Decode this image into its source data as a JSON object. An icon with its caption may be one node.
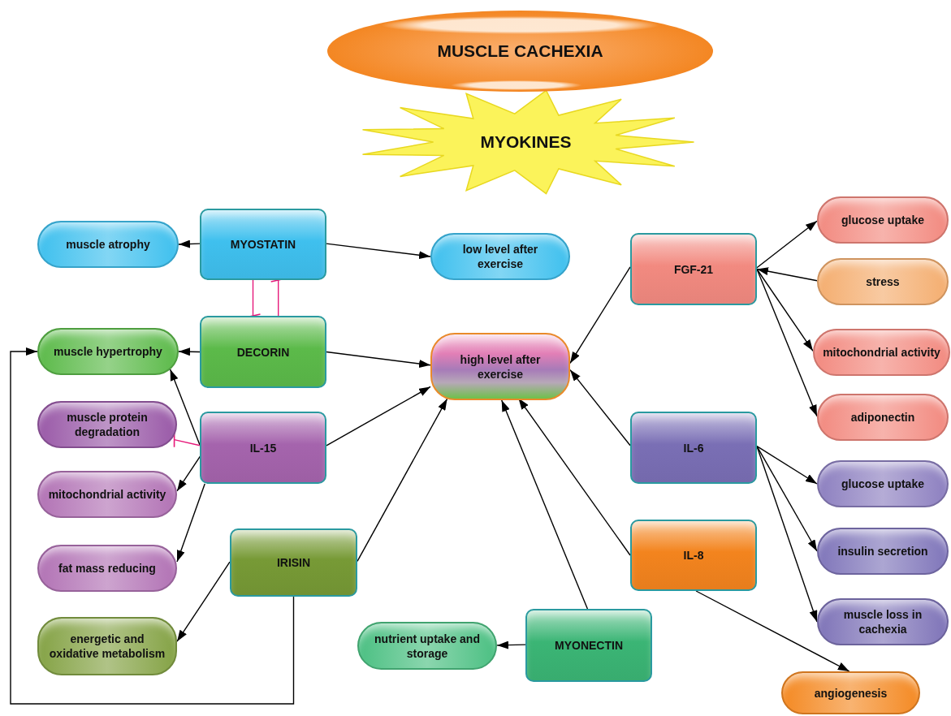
{
  "diagram": {
    "nodes": [
      {
        "text": [
          "MUSCLE CACHEXIA"
        ]
      },
      {
        "text": [
          "MYOKINES"
        ]
      },
      {
        "text": [
          "muscle atrophy"
        ]
      },
      {
        "text": [
          "MYOSTATIN"
        ]
      },
      {
        "text": [
          "low level after exercise"
        ]
      },
      {
        "text": [
          "glucose uptake"
        ]
      },
      {
        "text": [
          "FGF-21"
        ]
      },
      {
        "text": [
          "stress"
        ]
      },
      {
        "text": [
          "muscle hypertrophy"
        ]
      },
      {
        "text": [
          "DECORIN"
        ]
      },
      {
        "text": [
          "high level after exercise"
        ]
      },
      {
        "text": [
          "mitochondrial activity"
        ]
      },
      {
        "text": [
          "muscle protein degradation"
        ]
      },
      {
        "text": [
          "IL-15"
        ]
      },
      {
        "text": [
          "adiponectin"
        ]
      },
      {
        "text": [
          "IL-6"
        ]
      },
      {
        "text": [
          "mitochondrial activity"
        ]
      },
      {
        "text": [
          "glucose uptake"
        ]
      },
      {
        "text": [
          "insulin secretion"
        ]
      },
      {
        "text": [
          "fat mass reducing"
        ]
      },
      {
        "text": [
          "IRISIN"
        ]
      },
      {
        "text": [
          "IL-8"
        ]
      },
      {
        "text": [
          "energetic and oxidative metabolism"
        ]
      },
      {
        "text": [
          "nutrient uptake and storage"
        ]
      },
      {
        "text": [
          "MYONECTIN"
        ]
      },
      {
        "text": [
          "muscle loss in cachexia"
        ]
      },
      {
        "text": [
          "angiogenesis"
        ]
      }
    ],
    "edges": [
      {
        "from": 3,
        "to": 2,
        "arrow": "to"
      },
      {
        "from": 3,
        "to": 4,
        "arrow": "to"
      },
      {
        "from": 3,
        "to": 9,
        "arrow": "other",
        "color": "#e6197a"
      },
      {
        "from": 9,
        "to": 3,
        "arrow": "other",
        "color": "#e6197a"
      },
      {
        "from": 9,
        "to": 8,
        "arrow": "to"
      },
      {
        "from": 9,
        "to": 10,
        "arrow": "to"
      },
      {
        "from": 13,
        "to": 8,
        "arrow": "to"
      },
      {
        "from": 13,
        "to": 12,
        "arrow": "other",
        "color": "#e6197a"
      },
      {
        "from": 13,
        "to": 16,
        "arrow": "to"
      },
      {
        "from": 13,
        "to": 19,
        "arrow": "to"
      },
      {
        "from": 13,
        "to": 10,
        "arrow": "to"
      },
      {
        "from": 20,
        "to": 10,
        "arrow": "to"
      },
      {
        "from": 20,
        "to": 22,
        "arrow": "to"
      },
      {
        "from": 20,
        "to": 8,
        "arrow": "to"
      },
      {
        "from": 24,
        "to": 10,
        "arrow": "to"
      },
      {
        "from": 21,
        "to": 10,
        "arrow": "to"
      },
      {
        "from": 24,
        "to": 23,
        "arrow": "to"
      },
      {
        "from": 21,
        "to": 26,
        "arrow": "to"
      },
      {
        "from": 6,
        "to": 10,
        "arrow": "to"
      },
      {
        "from": 6,
        "to": 5,
        "arrow": "to"
      },
      {
        "from": 7,
        "to": 6,
        "arrow": "to"
      },
      {
        "from": 6,
        "to": 11,
        "arrow": "to"
      },
      {
        "from": 6,
        "to": 14,
        "arrow": "to"
      },
      {
        "from": 15,
        "to": 10,
        "arrow": "to"
      },
      {
        "from": 15,
        "to": 17,
        "arrow": "to"
      },
      {
        "from": 15,
        "to": 18,
        "arrow": "to"
      },
      {
        "from": 15,
        "to": 25,
        "arrow": "to"
      }
    ]
  }
}
